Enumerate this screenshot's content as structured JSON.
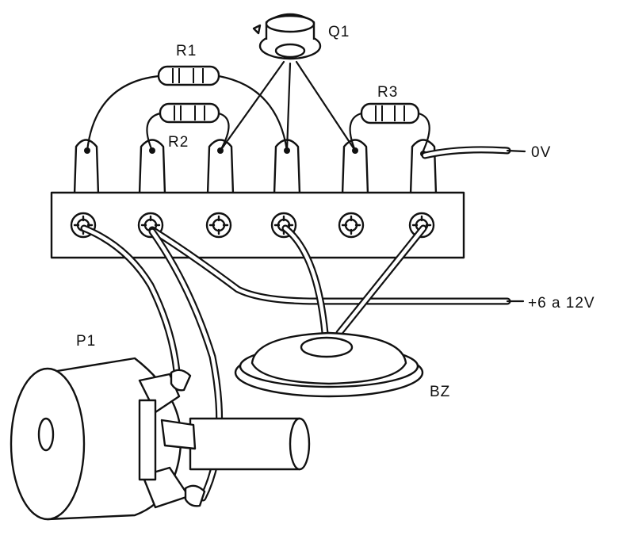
{
  "labels": {
    "q1": "Q1",
    "r1": "R1",
    "r2": "R2",
    "r3": "R3",
    "ov": "0V",
    "supply": "+6 a 12V",
    "p1": "P1",
    "bz": "BZ"
  },
  "colors": {
    "ink": "#111111",
    "paper": "#ffffff"
  }
}
